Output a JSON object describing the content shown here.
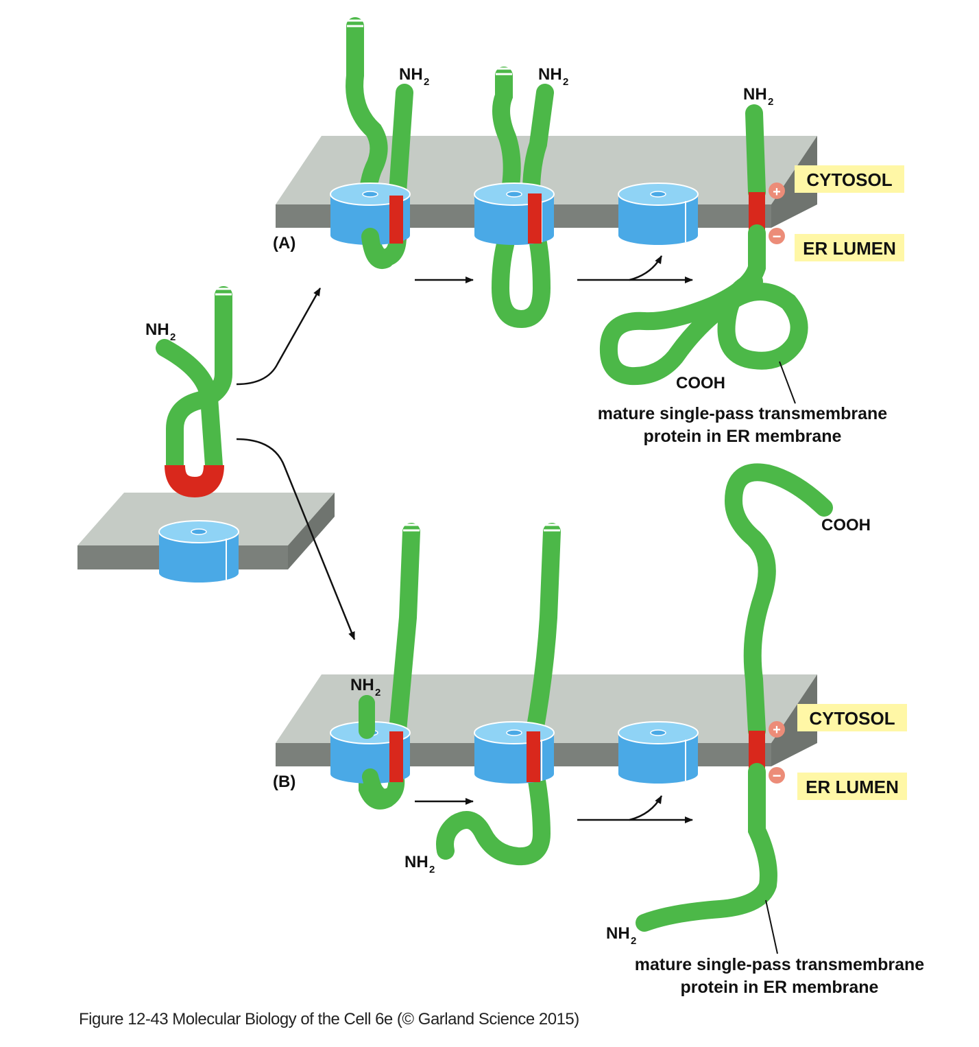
{
  "labels": {
    "nh2_base": "NH",
    "nh2_sub": "2",
    "cooh": "COOH",
    "panel_a": "(A)",
    "panel_b": "(B)",
    "cytosol": "CYTOSOL",
    "er_lumen": "ER LUMEN",
    "plus": "+",
    "minus": "−",
    "mature_line1": "mature single-pass transmembrane",
    "mature_line2": "protein in ER membrane"
  },
  "caption": "Figure 12-43  Molecular Biology of the Cell 6e (© Garland Science 2015)",
  "colors": {
    "protein": "#4cb848",
    "signal": "#d9281c",
    "translocon": "#4aa9e6",
    "translocon_top": "#8fd3f5",
    "membrane_top": "#c5cbc5",
    "membrane_side": "#7b807b",
    "label_bg": "#fff7a6",
    "charge": "#ec8c78"
  }
}
